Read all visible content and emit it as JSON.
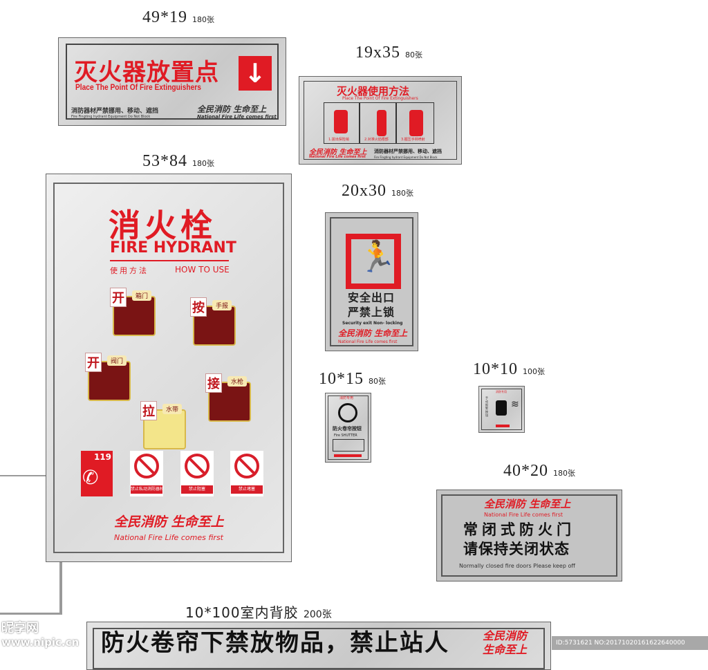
{
  "sign1": {
    "size": "49*19",
    "qty": "180张",
    "title": "灭火器放置点",
    "subtitle": "Place The Point Of Fire Extinguishers",
    "note_cn": "消防器材严禁挪用、移动、遮挡",
    "note_en": "Fire Fingting hydrant Equipment Do Not Block",
    "slogan_cn": "全民消防 生命至上",
    "slogan_en": "National Fire Life comes first",
    "icon": "arrow-down-icon"
  },
  "sign2": {
    "size": "19x35",
    "qty": "80张",
    "title": "灭火器使用方法",
    "subtitle": "Place The Point Of Fire Extinguishers",
    "steps": [
      "1.拔出保险销",
      "2.对准火焰根部",
      "3.握压手柄喷射"
    ],
    "slogan_cn": "全民消防 生命至上",
    "slogan_en": "National Fire Life comes first",
    "note_cn": "消防器材严禁挪用、移动、遮挡",
    "note_en": "Fire Fingting hydrant Equipment Do Not Block"
  },
  "sign3": {
    "size": "53*84",
    "qty": "180张",
    "title": "消火栓",
    "title_en": "FIRE HYDRANT",
    "howto_cn": "使用方法",
    "howto_en": "HOW TO USE",
    "steps": [
      {
        "verb": "开",
        "obj": "箱门"
      },
      {
        "verb": "按",
        "obj": "手报"
      },
      {
        "verb": "接",
        "obj": "水枪"
      },
      {
        "verb": "拉",
        "obj": "水带"
      },
      {
        "verb": "开",
        "obj": "阀门"
      }
    ],
    "phone": "119",
    "prohibitions": [
      "禁止私动消防器材",
      "禁止阻塞",
      "禁止堵塞"
    ],
    "slogan_cn": "全民消防 生命至上",
    "slogan_en": "National Fire Life comes first"
  },
  "sign4": {
    "size": "20x30",
    "qty": "180张",
    "line1": "安全出口",
    "line2": "严禁上锁",
    "en": "Security exit Non- locking",
    "slogan_cn": "全民消防 生命至上",
    "slogan_en": "National Fire Life comes first"
  },
  "sign5": {
    "size": "10*15",
    "qty": "80张",
    "header": "消防专用",
    "label": "防火卷帘按钮",
    "label_en": "Fire SHUTTER"
  },
  "sign6": {
    "size": "10*10",
    "qty": "100张",
    "header": "消防专用",
    "label": "手动报警按钮"
  },
  "sign7": {
    "size": "40*20",
    "qty": "180张",
    "slogan_cn": "全民消防 生命至上",
    "slogan_en": "National Fire Life comes first",
    "line1": "常闭式防火门",
    "line2": "请保持关闭状态",
    "en": "Normally closed fire doors Please keep off"
  },
  "sign8": {
    "size": "10*100室内背胶",
    "qty": "200张",
    "text": "防火卷帘下禁放物品，禁止站人",
    "slogan1": "全民消防",
    "slogan2": "生命至上"
  },
  "watermark": {
    "site": "www.nipic.cn",
    "logo": "昵享网",
    "id": "ID:5731621 NO:20171020161622640000"
  },
  "colors": {
    "red": "#e01b24",
    "plate": "#d0d0d0"
  }
}
